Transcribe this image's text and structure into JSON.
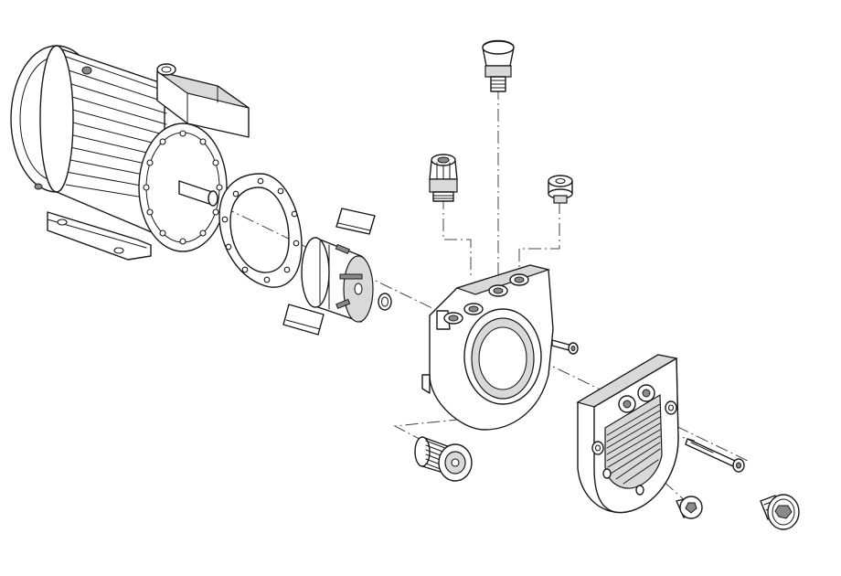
{
  "diagram": {
    "parts": [
      {
        "id": "electric-motor",
        "icon": "motor-icon"
      },
      {
        "id": "flange-gasket",
        "icon": "gasket-icon"
      },
      {
        "id": "rotor-vane-blade-top",
        "icon": "vane-icon"
      },
      {
        "id": "rotor",
        "icon": "rotor-icon"
      },
      {
        "id": "rotor-vane-blade-bottom",
        "icon": "vane-icon"
      },
      {
        "id": "shaft-o-ring",
        "icon": "ring-icon"
      },
      {
        "id": "pressure-relief-valve",
        "icon": "valve-icon"
      },
      {
        "id": "adjustment-valve",
        "icon": "valve-icon"
      },
      {
        "id": "top-plug",
        "icon": "plug-icon"
      },
      {
        "id": "pump-body",
        "icon": "housing-icon"
      },
      {
        "id": "socket-screw-short",
        "icon": "screw-icon"
      },
      {
        "id": "side-plate",
        "icon": "plate-icon"
      },
      {
        "id": "long-screw",
        "icon": "screw-icon"
      },
      {
        "id": "filter-insert",
        "icon": "filter-icon"
      },
      {
        "id": "small-plug",
        "icon": "plug-icon"
      },
      {
        "id": "end-plug",
        "icon": "plug-icon"
      }
    ],
    "colors": {
      "line": "#1a1a1a",
      "shade": "#d9d9d9",
      "dark": "#8a8a8a",
      "background": "#ffffff"
    }
  }
}
